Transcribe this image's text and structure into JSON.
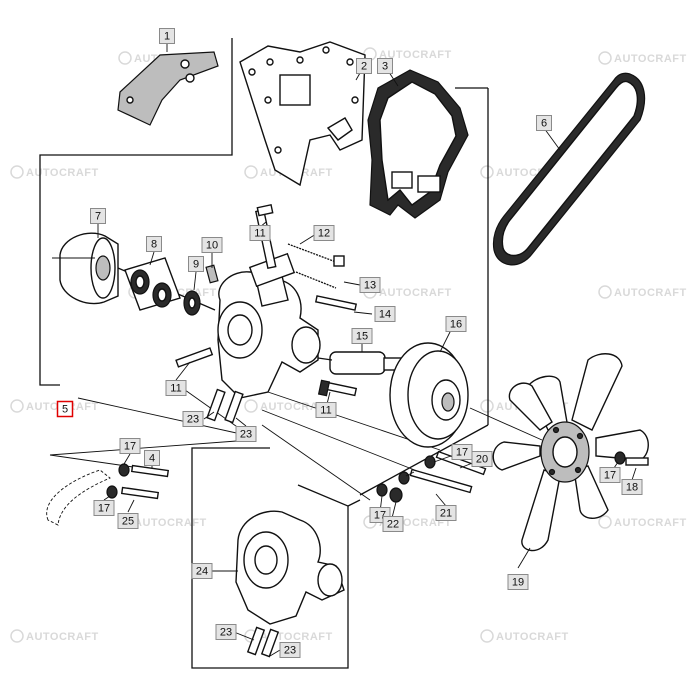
{
  "watermark": {
    "text": "AUTOCRAFT"
  },
  "accent_color": "#e00000",
  "selected_callout": "5",
  "callouts": [
    {
      "id": "1",
      "label": "1"
    },
    {
      "id": "2",
      "label": "2"
    },
    {
      "id": "3",
      "label": "3"
    },
    {
      "id": "6",
      "label": "6"
    },
    {
      "id": "7",
      "label": "7"
    },
    {
      "id": "8",
      "label": "8"
    },
    {
      "id": "10",
      "label": "10"
    },
    {
      "id": "9",
      "label": "9"
    },
    {
      "id": "11a",
      "label": "11"
    },
    {
      "id": "12",
      "label": "12"
    },
    {
      "id": "13",
      "label": "13"
    },
    {
      "id": "14",
      "label": "14"
    },
    {
      "id": "15",
      "label": "15"
    },
    {
      "id": "16",
      "label": "16"
    },
    {
      "id": "11b",
      "label": "11"
    },
    {
      "id": "11c",
      "label": "11"
    },
    {
      "id": "5",
      "label": "5"
    },
    {
      "id": "23a",
      "label": "23"
    },
    {
      "id": "23b",
      "label": "23"
    },
    {
      "id": "17a",
      "label": "17"
    },
    {
      "id": "4",
      "label": "4"
    },
    {
      "id": "17b",
      "label": "17"
    },
    {
      "id": "25",
      "label": "25"
    },
    {
      "id": "17c",
      "label": "17"
    },
    {
      "id": "20",
      "label": "20"
    },
    {
      "id": "17d",
      "label": "17"
    },
    {
      "id": "18",
      "label": "18"
    },
    {
      "id": "21",
      "label": "21"
    },
    {
      "id": "17e",
      "label": "17"
    },
    {
      "id": "22",
      "label": "22"
    },
    {
      "id": "19",
      "label": "19"
    },
    {
      "id": "24",
      "label": "24"
    },
    {
      "id": "23c",
      "label": "23"
    },
    {
      "id": "23d",
      "label": "23"
    }
  ]
}
